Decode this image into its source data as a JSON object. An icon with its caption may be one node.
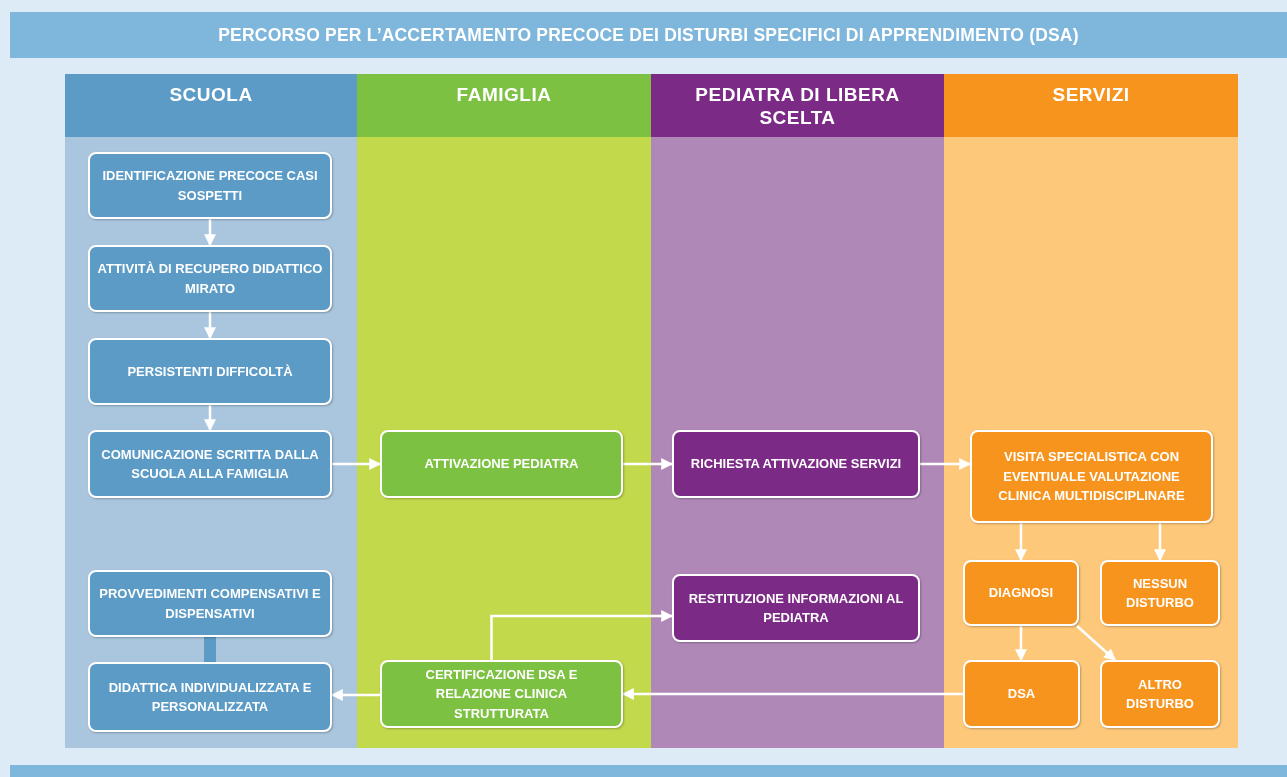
{
  "diagram": {
    "title": "PERCORSO PER L’ACCERTAMENTO PRECOCE DEI DISTURBI SPECIFICI DI APPRENDIMENTO (DSA)",
    "nodes": [
      {
        "text": [
          "SCUOLA"
        ]
      },
      {
        "text": [
          "FAMIGLIA"
        ]
      },
      {
        "text": [
          "PEDIATRA DI LIBERA SCELTA"
        ]
      },
      {
        "text": [
          "SERVIZI"
        ]
      },
      {
        "text": [
          "IDENTIFICAZIONE PRECOCE CASI SOSPETTI"
        ],
        "in": 0
      },
      {
        "text": [
          "ATTIVITÀ DI RECUPERO DIDATTICO MIRATO"
        ],
        "in": 0
      },
      {
        "text": [
          "PERSISTENTI DIFFICOLTÀ"
        ],
        "in": 0
      },
      {
        "text": [
          "COMUNICAZIONE SCRITTA DALLA SCUOLA ALLA FAMIGLIA"
        ],
        "in": 0
      },
      {
        "text": [
          "ATTIVAZIONE PEDIATRA"
        ],
        "in": 1
      },
      {
        "text": [
          "RICHIESTA ATTIVAZIONE SERVIZI"
        ],
        "in": 2
      },
      {
        "text": [
          "VISITA SPECIALISTICA CON EVENTIUALE VALUTAZIONE CLINICA MULTIDISCIPLINARE"
        ],
        "in": 3
      },
      {
        "text": [
          "DIAGNOSI"
        ],
        "in": 3
      },
      {
        "text": [
          "NESSUN DISTURBO"
        ],
        "in": 3
      },
      {
        "text": [
          "DSA"
        ],
        "in": 3
      },
      {
        "text": [
          "ALTRO DISTURBO"
        ],
        "in": 3
      },
      {
        "text": [
          "RESTITUZIONE INFORMAZIONI AL PEDIATRA"
        ],
        "in": 2
      },
      {
        "text": [
          "CERTIFICAZIONE DSA E RELAZIONE CLINICA STRUTTURATA"
        ],
        "in": 1
      },
      {
        "text": [
          "PROVVEDIMENTI COMPENSATIVI E DISPENSATIVI"
        ],
        "in": 0
      },
      {
        "text": [
          "DIDATTICA INDIVIDUALIZZATA E  PERSONALIZZATA"
        ],
        "in": 0
      }
    ],
    "edges": [
      {
        "from": 4,
        "to": 5,
        "arrow": "to"
      },
      {
        "from": 5,
        "to": 6,
        "arrow": "to"
      },
      {
        "from": 6,
        "to": 7,
        "arrow": "to"
      },
      {
        "from": 7,
        "to": 8,
        "arrow": "to"
      },
      {
        "from": 8,
        "to": 9,
        "arrow": "to"
      },
      {
        "from": 9,
        "to": 10,
        "arrow": "to"
      },
      {
        "from": 10,
        "to": 11,
        "arrow": "to"
      },
      {
        "from": 10,
        "to": 12,
        "arrow": "to"
      },
      {
        "from": 11,
        "to": 13,
        "arrow": "to"
      },
      {
        "from": 11,
        "to": 14,
        "arrow": "to"
      },
      {
        "from": 13,
        "to": 16,
        "arrow": "to"
      },
      {
        "from": 16,
        "to": 18,
        "arrow": "to"
      },
      {
        "from": 16,
        "to": 15,
        "arrow": "to"
      },
      {
        "from": 17,
        "to": 18,
        "arrow": "none",
        "style": "thick",
        "color": "#5b9bc6"
      }
    ]
  }
}
